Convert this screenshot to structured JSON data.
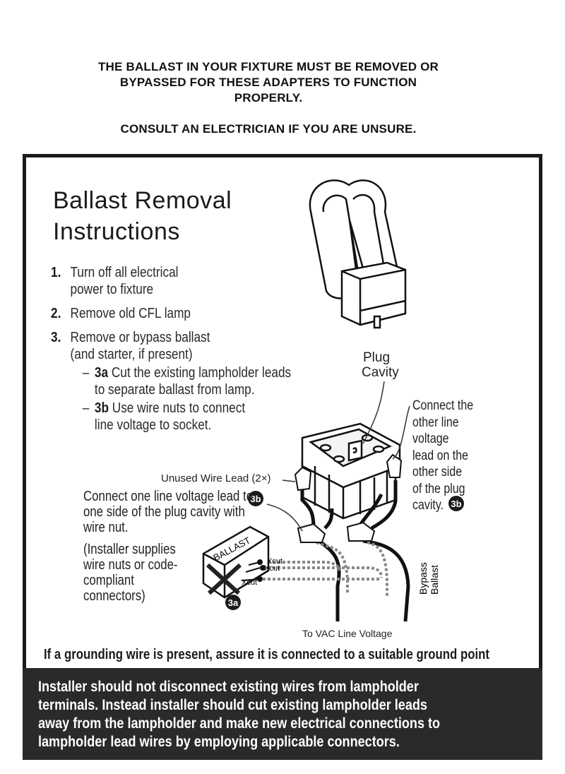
{
  "warnings": {
    "line1": "THE BALLAST IN YOUR FIXTURE MUST BE REMOVED OR",
    "line2": "BYPASSED FOR THESE ADAPTERS TO FUNCTION",
    "line3": "PROPERLY.",
    "consult": "CONSULT AN ELECTRICIAN IF YOU ARE UNSURE."
  },
  "title": {
    "line1": "Ballast Removal",
    "line2": "Instructions"
  },
  "steps": [
    {
      "num": "1.",
      "line1": "Turn off all electrical",
      "line2": "power to fixture"
    },
    {
      "num": "2.",
      "line1": "Remove old CFL lamp"
    },
    {
      "num": "3.",
      "line1": "Remove or bypass ballast",
      "line2": "(and starter, if present)"
    }
  ],
  "substeps": [
    {
      "dash": "–",
      "id": "3a",
      "line1": "Cut the existing lampholder leads",
      "line2": "to separate ballast from lamp."
    },
    {
      "dash": "–",
      "id": "3b",
      "line1": "Use wire nuts to connect",
      "line2": "line voltage to socket."
    }
  ],
  "diagram": {
    "plug_cavity": [
      "Plug",
      "Cavity"
    ],
    "connect_other": [
      "Connect the",
      "other line",
      "voltage",
      "lead on the",
      "other side",
      "of the plug",
      "cavity."
    ],
    "unused_lead": "Unused Wire Lead (2×)",
    "connect_one": [
      "Connect one line voltage lead to",
      "one side of the plug cavity with",
      "wire nut."
    ],
    "installer_supplies": [
      "(Installer supplies",
      "wire nuts or code-",
      "compliant",
      "connectors)"
    ],
    "ballast": "BALLAST",
    "xcut": "Xcut",
    "badge_3a": "3a",
    "badge_3b": "3b",
    "bypass": [
      "Bypass",
      "Ballast"
    ],
    "vac": "To VAC Line Voltage"
  },
  "ground_note": "If a grounding wire is present, assure it is connected to a suitable ground point",
  "footer": {
    "line1": "Installer should not disconnect existing wires from lampholder",
    "line2": "terminals. Instead installer should cut existing lampholder leads",
    "line3": "away from the lampholder and make new electrical connections to",
    "line4": "lampholder lead wires by employing applicable connectors."
  }
}
